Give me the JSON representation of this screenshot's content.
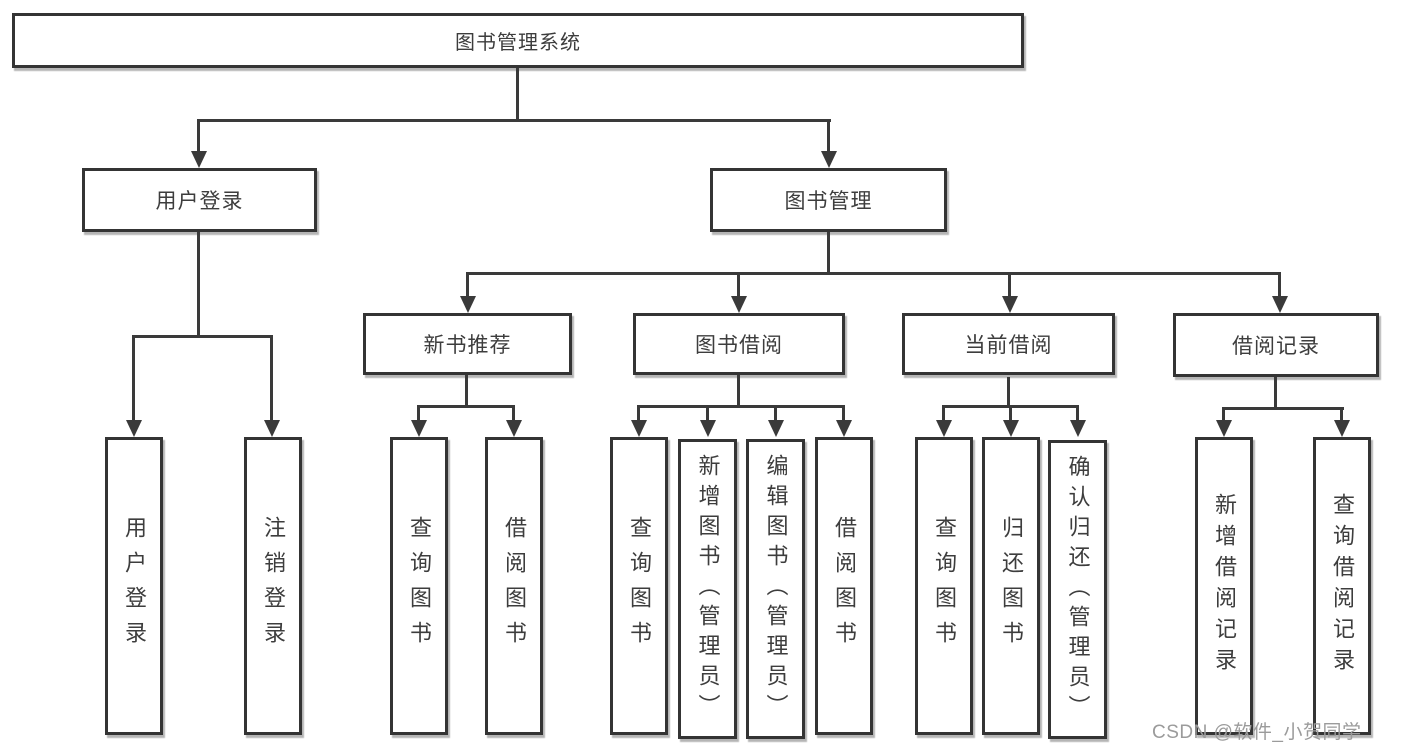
{
  "tree": {
    "root": {
      "label": "图书管理系统"
    },
    "branches": [
      {
        "label": "用户登录",
        "children": [
          {
            "label": "用户登录"
          },
          {
            "label": "注销登录"
          }
        ]
      },
      {
        "label": "图书管理",
        "children": [
          {
            "label": "新书推荐",
            "children": [
              {
                "label": "查询图书"
              },
              {
                "label": "借阅图书"
              }
            ]
          },
          {
            "label": "图书借阅",
            "children": [
              {
                "label": "查询图书"
              },
              {
                "label": "新增图书（管理员）"
              },
              {
                "label": "编辑图书（管理员）"
              },
              {
                "label": "借阅图书"
              }
            ]
          },
          {
            "label": "当前借阅",
            "children": [
              {
                "label": "查询图书"
              },
              {
                "label": "归还图书"
              },
              {
                "label": "确认归还（管理员）"
              }
            ]
          },
          {
            "label": "借阅记录",
            "children": [
              {
                "label": "新增借阅记录"
              },
              {
                "label": "查询借阅记录"
              }
            ]
          }
        ]
      }
    ]
  },
  "watermark": "CSDN @软件_小贺同学",
  "colors": {
    "line": "#3a3a3a",
    "border": "#343434",
    "text": "#3d3d3d",
    "watermark": "#9b9b9b",
    "background": "#ffffff"
  }
}
